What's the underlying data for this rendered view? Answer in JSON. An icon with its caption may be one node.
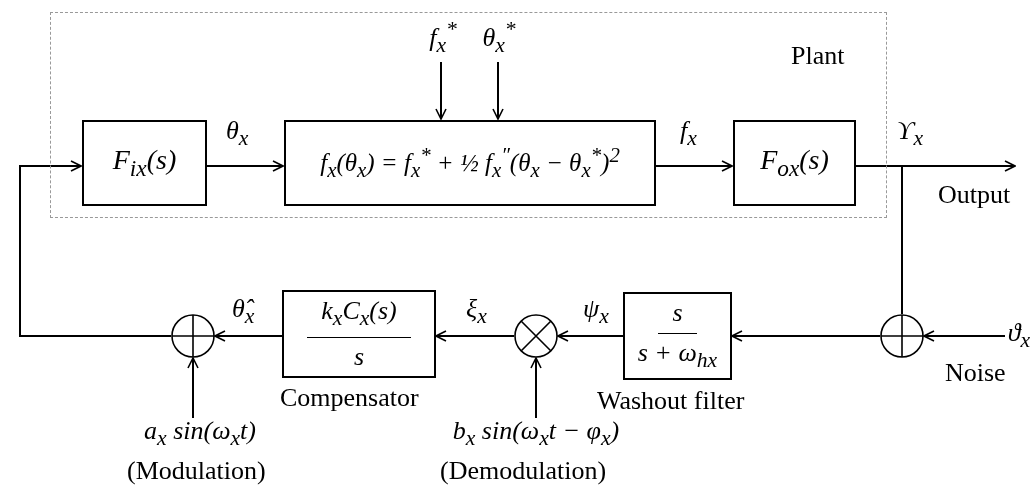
{
  "diagram": {
    "nodes": [
      {
        "text": [
          "Plant"
        ]
      },
      {
        "text": [
          "F$_{ix}$(s)"
        ],
        "in": 0
      },
      {
        "text": [
          "f$_{x}$(θ$_{x}$) = f$_{x}$$^{*}$ + ½ f$_{x}$$^{″}$(θ$_{x}$ − θ$_{x}$$^{*}$)$^{2}$"
        ],
        "in": 0
      },
      {
        "text": [
          "F$_{ox}$(s)"
        ],
        "in": 0
      },
      {
        "text": [
          "f$_{x}$$^{*}$"
        ],
        "in": 0
      },
      {
        "text": [
          "θ$_{x}$$^{*}$"
        ],
        "in": 0
      },
      {
        "text": [],
        "shape": "circle"
      },
      {
        "text": [
          "ϑ$_{x}$"
        ],
        "beside": [
          "Noise"
        ]
      },
      {
        "text": [
          "s",
          "s + ω$_{hx}$"
        ],
        "beside": [
          "Washout filter"
        ]
      },
      {
        "text": [],
        "shape": "circle"
      },
      {
        "text": [
          "b$_{x}$ sin(ω$_{x}$t − φ$_{x}$)"
        ],
        "beside": [
          "(Demodulation)"
        ]
      },
      {
        "text": [
          "k$_{x}$C$_{x}$(s)",
          "s"
        ],
        "beside": [
          "Compensator"
        ]
      },
      {
        "text": [],
        "shape": "circle"
      },
      {
        "text": [
          "a$_{x}$ sin(ω$_{x}$t)"
        ],
        "beside": [
          "(Modulation)"
        ]
      }
    ],
    "edges": [
      {
        "from": 6,
        "to": 1,
        "arrow": "to"
      },
      {
        "from": 1,
        "to": 2,
        "arrow": "to",
        "label": "θ$_{x}$"
      },
      {
        "from": 4,
        "to": 2,
        "arrow": "to"
      },
      {
        "from": 5,
        "to": 2,
        "arrow": "to"
      },
      {
        "from": 2,
        "to": 3,
        "arrow": "to",
        "label": "f$_{x}$"
      },
      {
        "from": 3,
        "to": null,
        "arrow": "to",
        "label": "ϒ$_{x}$"
      },
      {
        "from": 3,
        "to": 12,
        "arrow": "none"
      },
      {
        "from": 7,
        "to": 12,
        "arrow": "to"
      },
      {
        "from": 12,
        "to": 8,
        "arrow": "to"
      },
      {
        "from": 8,
        "to": 9,
        "arrow": "to",
        "label": "ψ$_{x}$"
      },
      {
        "from": 9,
        "to": 11,
        "arrow": "to",
        "label": "ξ$_{x}$"
      },
      {
        "from": 10,
        "to": 9,
        "arrow": "to"
      },
      {
        "from": 11,
        "to": 6,
        "arrow": "to",
        "label": "θ̂$_{x}$"
      },
      {
        "from": 13,
        "to": 6,
        "arrow": "to"
      }
    ],
    "labels": [
      "Output"
    ]
  }
}
